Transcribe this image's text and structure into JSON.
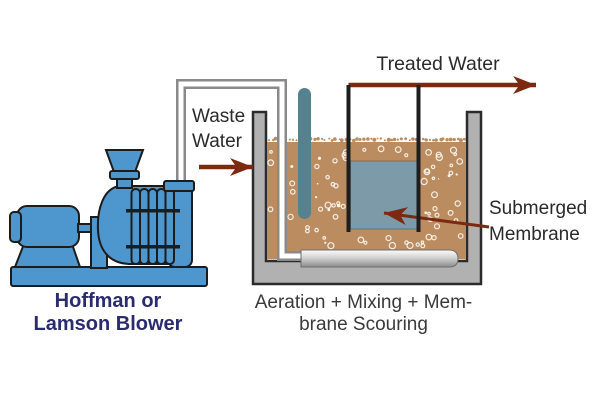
{
  "labels": {
    "waste_water": {
      "line1": "Waste",
      "line2": "Water"
    },
    "treated_water": "Treated Water",
    "submerged_membrane": {
      "line1": "Submerged",
      "line2": "Membrane"
    },
    "blower": {
      "line1": "Hoffman or",
      "line2": "Lamson Blower"
    },
    "caption": {
      "line1": "Aeration + Mixing + Mem-",
      "line2": "brane Scouring"
    }
  },
  "colors": {
    "arrow": "#7B2910",
    "blower_blue": "#4E96CE",
    "blower_outline": "#1C1C1C",
    "tank_gray": "#B1B1B1",
    "tank_outline": "#2B2B2B",
    "liquid_brown": "#BB8C5F",
    "membrane_blue": "#7C9AA8",
    "probe_blue": "#56818F",
    "pipe_gray": "#8A8A8A",
    "frame_black": "#1E1E1E",
    "label_dark": "#2A2A2A",
    "caption_dark": "#3A3A3A",
    "blower_label_navy": "#2B2C6E"
  }
}
